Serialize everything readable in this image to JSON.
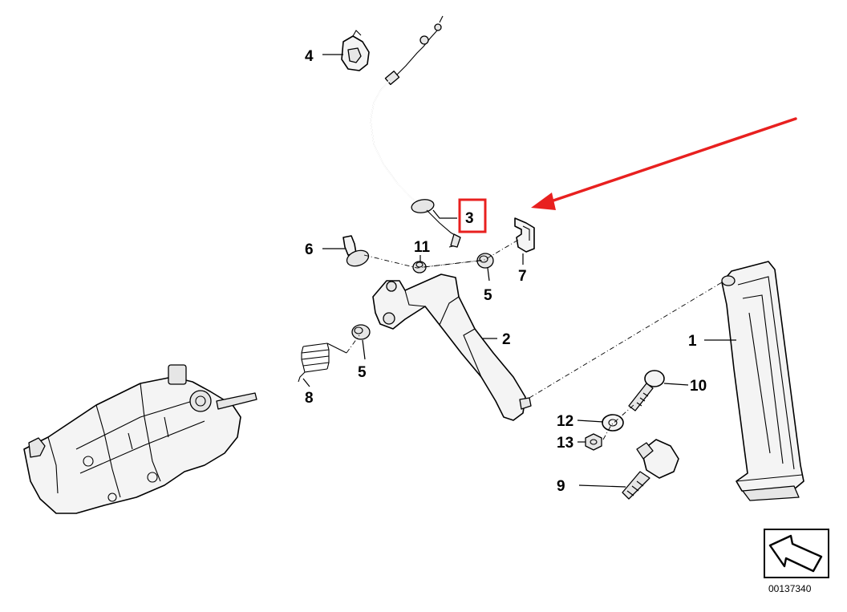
{
  "callouts": [
    {
      "id": "1",
      "label": "1"
    },
    {
      "id": "2",
      "label": "2"
    },
    {
      "id": "3",
      "label": "3",
      "highlighted": true
    },
    {
      "id": "4",
      "label": "4"
    },
    {
      "id": "5a",
      "label": "5"
    },
    {
      "id": "5b",
      "label": "5"
    },
    {
      "id": "6",
      "label": "6"
    },
    {
      "id": "7",
      "label": "7"
    },
    {
      "id": "8",
      "label": "8"
    },
    {
      "id": "9",
      "label": "9"
    },
    {
      "id": "10",
      "label": "10"
    },
    {
      "id": "11",
      "label": "11"
    },
    {
      "id": "12",
      "label": "12"
    },
    {
      "id": "13",
      "label": "13"
    }
  ],
  "diagram_number": "00137340",
  "colors": {
    "highlight": "#e8201f",
    "arrow": "#e8201f",
    "line": "#000000",
    "part_fill": "#f4f4f4"
  },
  "icons": {
    "orientation": "direction-arrow-icon",
    "annotation_arrow": "red-arrow-icon"
  }
}
